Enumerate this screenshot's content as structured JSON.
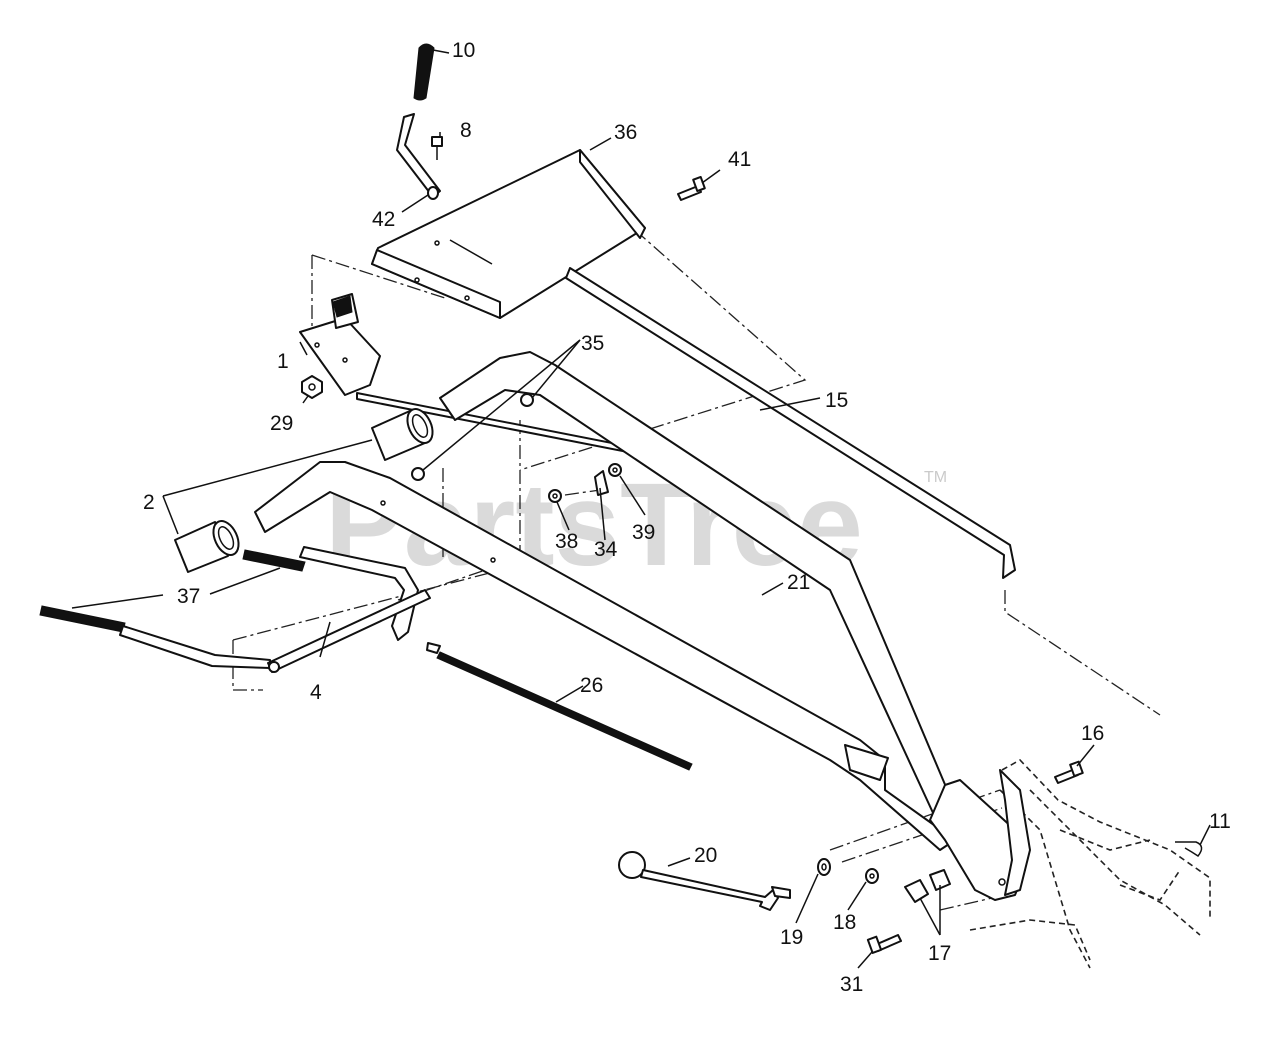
{
  "watermark": {
    "text": "PartsTree",
    "trademark": "TM"
  },
  "callouts": {
    "c1": "1",
    "c2": "2",
    "c4": "4",
    "c8": "8",
    "c10": "10",
    "c11": "11",
    "c15": "15",
    "c16": "16",
    "c17": "17",
    "c18": "18",
    "c19": "19",
    "c20": "20",
    "c21": "21",
    "c26": "26",
    "c29": "29",
    "c31": "31",
    "c34": "34",
    "c35": "35",
    "c36": "36",
    "c37": "37",
    "c38": "38",
    "c39": "39",
    "c41": "41",
    "c42": "42"
  }
}
